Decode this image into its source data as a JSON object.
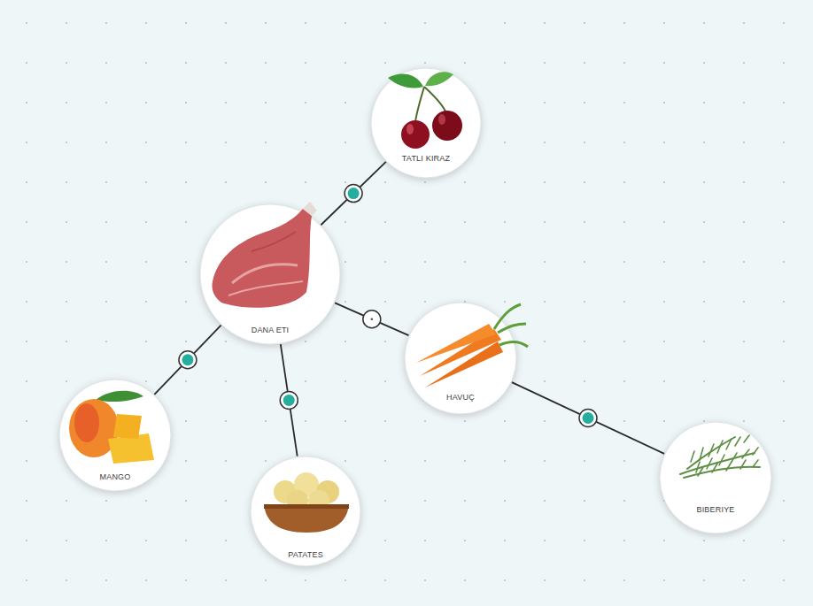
{
  "diagram": {
    "nodes": [
      {
        "text": [
          "TATLI KIRAZ"
        ]
      },
      {
        "text": [
          "DANA ETI"
        ]
      },
      {
        "text": [
          "HAVUÇ"
        ]
      },
      {
        "text": [
          "MANGO"
        ]
      },
      {
        "text": [
          "BIBERIYE"
        ]
      },
      {
        "text": [
          "PATATES"
        ]
      }
    ],
    "edges": [
      {
        "from": 1,
        "to": 0,
        "arrow": "none"
      },
      {
        "from": 1,
        "to": 3,
        "arrow": "none"
      },
      {
        "from": 1,
        "to": 5,
        "arrow": "none"
      },
      {
        "from": 1,
        "to": 2,
        "arrow": "none"
      },
      {
        "from": 2,
        "to": 4,
        "arrow": "none"
      }
    ]
  }
}
